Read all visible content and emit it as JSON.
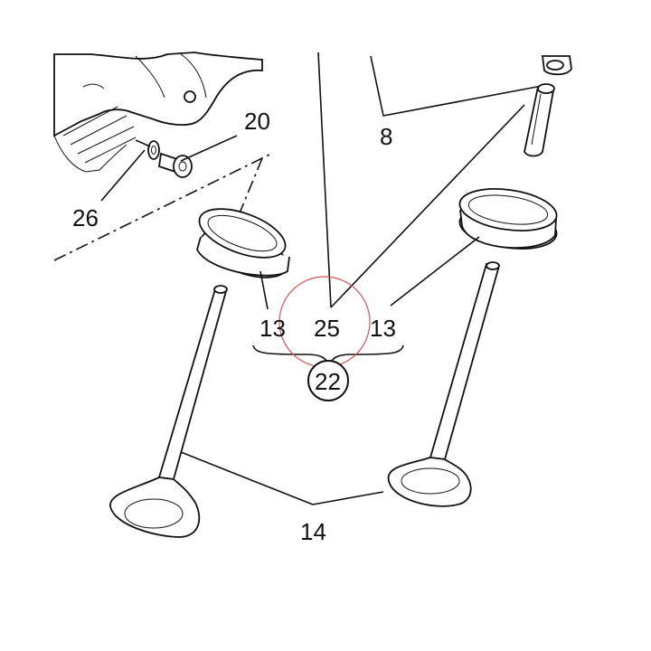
{
  "diagram": {
    "callouts": {
      "guide_inlet": "8",
      "screw": "20",
      "washer": "26",
      "seat_left": "13",
      "guide": "25",
      "seat_right": "13",
      "kit": "22",
      "valves": "14"
    },
    "highlight": {
      "ring_color": "#d9534f",
      "ink_color": "#111111"
    },
    "icons": [
      "valve-seat-ring",
      "valve",
      "valve-guide",
      "screw",
      "washer",
      "cylinder-head"
    ]
  }
}
